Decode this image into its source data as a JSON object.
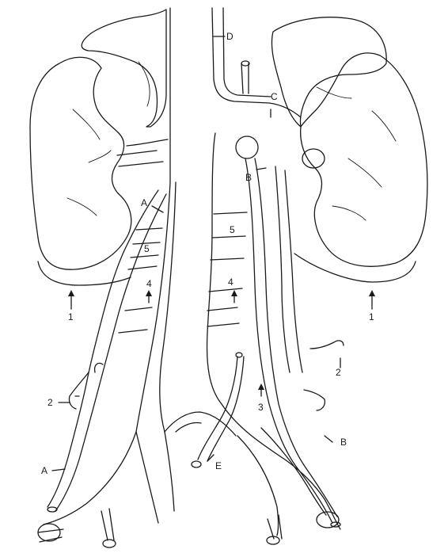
{
  "labels": {
    "left_1": "1",
    "left_2": "2",
    "left_A_top": "A",
    "left_A_bottom": "A",
    "left_4": "4",
    "left_5": "5",
    "right_D": "D",
    "right_C": "C",
    "right_B_top": "B",
    "right_B_bottom": "B",
    "right_5": "5",
    "right_4": "4",
    "right_1": "1",
    "right_2": "2",
    "right_3": "3",
    "right_E": "E"
  }
}
